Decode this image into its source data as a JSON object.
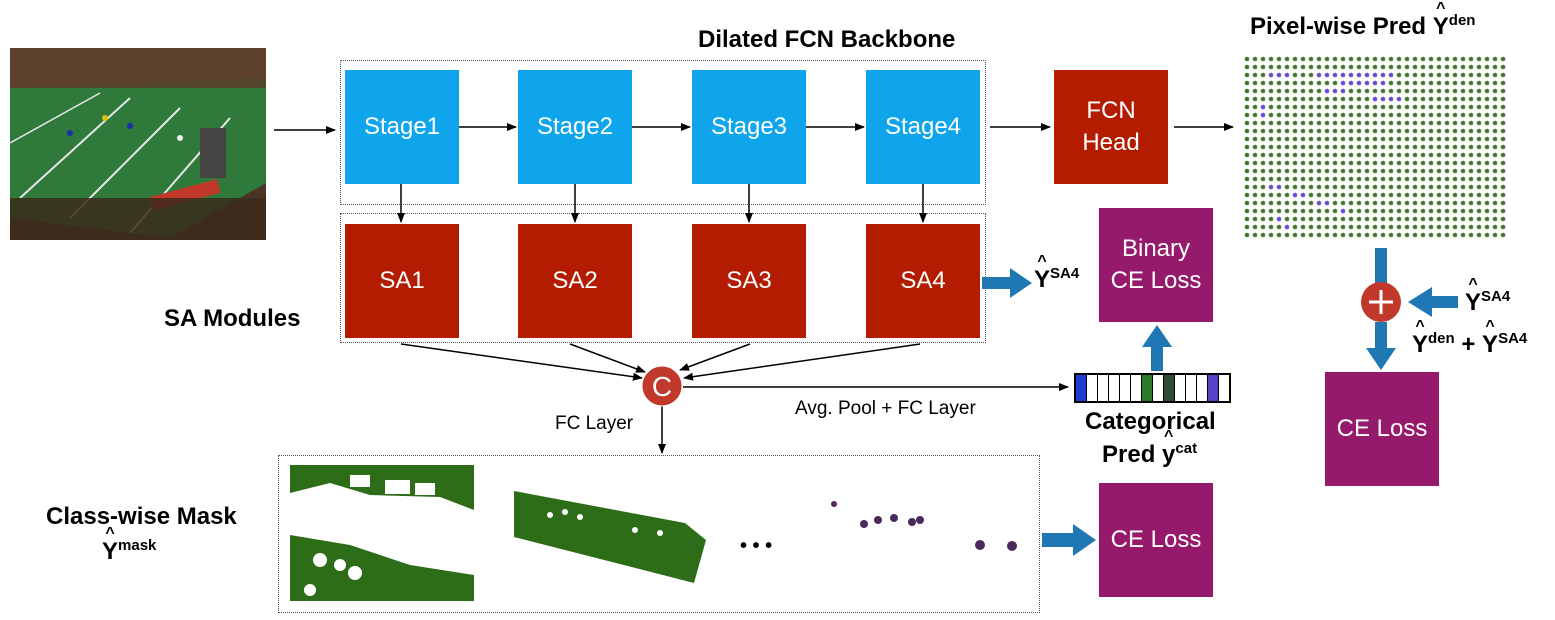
{
  "backbone": {
    "title": "Dilated FCN Backbone",
    "stages": [
      "Stage1",
      "Stage2",
      "Stage3",
      "Stage4"
    ]
  },
  "head": {
    "line1": "FCN",
    "line2": "Head"
  },
  "sa_modules": {
    "label": "SA Modules",
    "items": [
      "SA1",
      "SA2",
      "SA3",
      "SA4"
    ]
  },
  "sa_output": {
    "symbol": "Y",
    "sup": "SA4"
  },
  "binary_loss": {
    "line1": "Binary",
    "line2": "CE Loss"
  },
  "concat": {
    "symbol": "C"
  },
  "fc_layer_label": "FC Layer",
  "pool_label": "Avg. Pool + FC Layer",
  "categorical": {
    "line1": "Categorical",
    "line2_prefix": "Pred ",
    "symbol": "y",
    "sup": "cat"
  },
  "pixel_pred": {
    "prefix": "Pixel-wise Pred ",
    "symbol": "Y",
    "sup": "den"
  },
  "plus_input": {
    "symbol": "Y",
    "sup": "SA4"
  },
  "sum_label": {
    "a_symbol": "Y",
    "a_sup": "den",
    "plus": " + ",
    "b_symbol": "Y",
    "b_sup": "SA4"
  },
  "ce_loss_right": "CE Loss",
  "ce_loss_mask": "CE Loss",
  "mask": {
    "line1": "Class-wise Mask",
    "symbol": "Y",
    "sup": "mask"
  },
  "ellipsis": "• • •",
  "colors": {
    "stage_blue": "#0ea5ec",
    "sa_red": "#b31c00",
    "loss_magenta": "#951a6c",
    "arrow_blue": "#1f78b4",
    "field_green": "#2e6d17",
    "dot_green": "#3f7a2e",
    "dot_purple": "#6b4fd8"
  }
}
